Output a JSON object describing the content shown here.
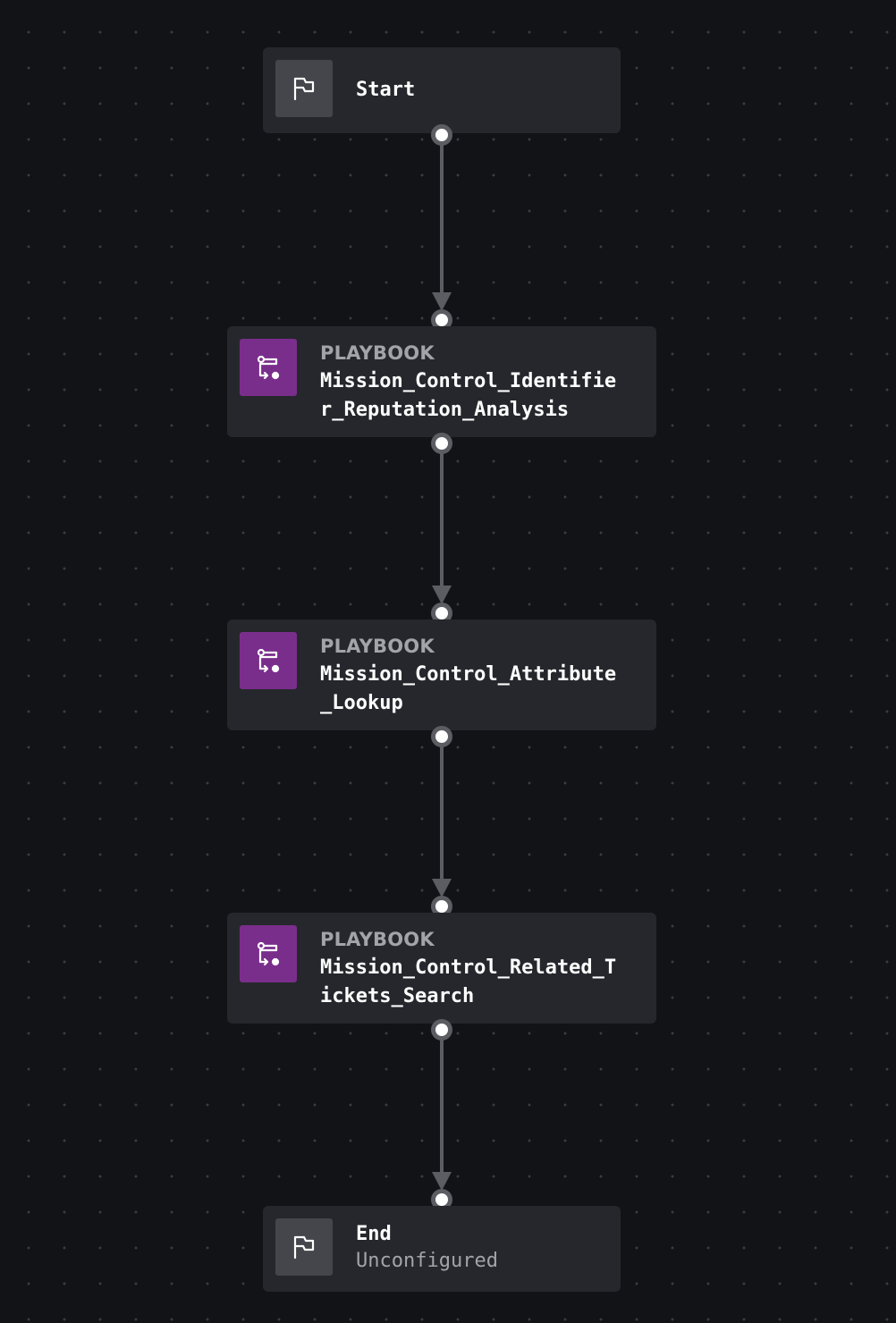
{
  "colors": {
    "background": "#121316",
    "node": "#26272c",
    "flag_icon_bg": "#44464c",
    "playbook_icon_bg": "#7a2e8c",
    "edge": "#5b5d63",
    "muted_text": "#a3a4aa"
  },
  "nodes": {
    "start": {
      "title": "Start",
      "icon": "flag-icon"
    },
    "playbook_1": {
      "kind": "PLAYBOOK",
      "name": "Mission_Control_Identifier_Reputation_Analysis",
      "icon": "playbook-icon"
    },
    "playbook_2": {
      "kind": "PLAYBOOK",
      "name": "Mission_Control_Attribute_Lookup",
      "icon": "playbook-icon"
    },
    "playbook_3": {
      "kind": "PLAYBOOK",
      "name": "Mission_Control_Related_Tickets_Search",
      "icon": "playbook-icon"
    },
    "end": {
      "title": "End",
      "subtitle": "Unconfigured",
      "icon": "flag-icon"
    }
  }
}
